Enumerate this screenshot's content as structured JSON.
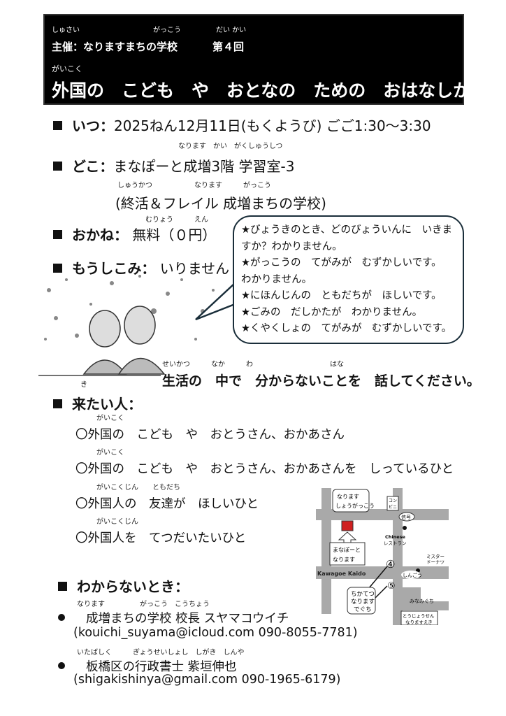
{
  "header": {
    "organizer_ruby": "しゅさい",
    "school_ruby": "がっこう",
    "count_ruby": "だい かい",
    "organizer": "主催：なりますまちの学校",
    "edition": "第４回",
    "title_ruby": "がいこく",
    "title": "外国の　こども　や　おとなの　ための　おはなしかい"
  },
  "when": {
    "label": "いつ：",
    "value": "2025ねん12月11日(もくようび) ごご1:30～3:30"
  },
  "where": {
    "label": "どこ：",
    "ruby": "なります　かい　がくしゅうしつ",
    "value": "まなぽーと成増3階 学習室-3",
    "sub_ruby": "しゅうかつ　　　　　　なります　　　がっこう",
    "sub": "(終活＆フレイル 成増まちの学校)"
  },
  "fee": {
    "ruby": "むりょう　　　えん",
    "label": "おかね：",
    "value": "無料（０円）"
  },
  "apply": {
    "label": "もうしこみ：",
    "value": "いりません"
  },
  "bubble": {
    "lines": [
      "★びょうきのとき、どのびょういんに　いきま",
      "すか？わかりません。",
      "★がっこうの　てがみが　むずかしいです。",
      "わかりません。",
      "★にほんじんの　ともだちが　ほしいです。",
      "★ごみの　だしかたが　わかりません。",
      "★くやくしょの　てがみが　むずかしいです。"
    ]
  },
  "message": {
    "ruby": "せいかつ　　　なか　　　わ　　　　　　　　　　　はな",
    "text": "生活の　中で　分からないことを　話してください。"
  },
  "audience": {
    "ruby_ki": "き",
    "label": "来たい人：",
    "items": [
      {
        "ruby": "がいこく",
        "text": "〇外国の　こども　や　おとうさん、おかあさん"
      },
      {
        "ruby": "がいこく",
        "text": "〇外国の　こども　や　おとうさん、おかあさんを　しっているひと"
      },
      {
        "ruby": "がいこくじん　　ともだち",
        "text": "〇外国人の　友達が　ほしいひと"
      },
      {
        "ruby": "がいこくじん",
        "text": "〇外国人を　てつだいたいひと"
      }
    ]
  },
  "map": {
    "school": [
      "なります",
      "しょうがっこう"
    ],
    "konbini": [
      "コン",
      "ビニ"
    ],
    "signal": "信号",
    "chinese": [
      "Chinese",
      "レストラン"
    ],
    "manapo": [
      "まなぽーと",
      "なります"
    ],
    "donut": [
      "ミスター",
      "ドーナツ"
    ],
    "exit4": "④",
    "exit5": "⑤",
    "road": "Kawagoe Kaido",
    "shinkou": "しんごう",
    "subway": [
      "ちかてつ",
      "なります",
      "でぐち"
    ],
    "south": "みなみぐち",
    "tojo": [
      "とうじょうせん",
      "なりますえき"
    ]
  },
  "contact": {
    "label": "わからないとき：",
    "people": [
      {
        "ruby": "なります　　　　　がっこう　こうちょう",
        "name": "成増まちの学校 校長 スヤマコウイチ",
        "detail": "(kouichi_suyama@icloud.com 090-8055-7781)"
      },
      {
        "ruby": "いたばしく　　　ぎょうせいしょし　しがき　しんや",
        "name": "板橋区の行政書士 紫垣伸也",
        "detail": "(shigakishinya@gmail.com 090-1965-6179)"
      }
    ]
  }
}
